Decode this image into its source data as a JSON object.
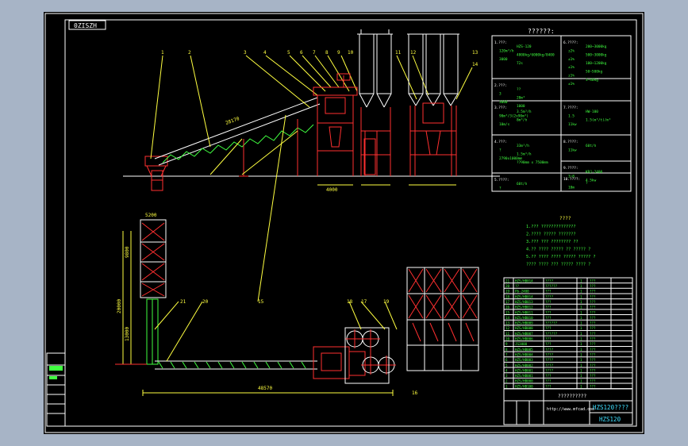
{
  "drawing": {
    "stamp_label": "0ZISZH",
    "tech_table_title": "??????:",
    "notes_title": "????",
    "notes": [
      "1.??? ??????????????",
      "2.???? ????? ???????",
      "3.??? ??? ???????? ??",
      "4.?? ???? ????? ?? ????? ?",
      "5.?? ???? ???? ????? ????? ?",
      "  ???? ???? ??? ????? ???? ?"
    ],
    "title_block": {
      "name": "HZS120????",
      "code": "HZS120",
      "maker": "??????????",
      "url": "http://www.mfcad.com"
    },
    "part_labels": [
      "1",
      "2",
      "3",
      "4",
      "5",
      "6",
      "7",
      "8",
      "9",
      "10",
      "11",
      "12",
      "13",
      "14",
      "15",
      "16",
      "17",
      "18",
      "19",
      "20",
      "21"
    ],
    "dimension_labels": {
      "conveyor_length": "28170",
      "plan_length": "48570",
      "plan_height": "13000",
      "bin_height": "9800",
      "bin_width": "5200",
      "plan_left_height": "20000",
      "tower_width": "4000"
    },
    "tech_sections": [
      [
        "1.???:",
        "HZS-120",
        "120m³/h",
        "4800kg/6000kg/8400",
        "3000",
        "72s"
      ],
      [
        "2.???:",
        "??",
        "3",
        "20m³",
        "3000",
        "1000"
      ],
      [
        "3.???:",
        "3.5m³/h",
        "90m³/3(2x90m³)",
        "8m³/h",
        "10m/s"
      ],
      [
        "4.???:",
        "33m³/h",
        "?",
        "1.5m³/h",
        "2790x1000mm",
        "?790mm x 7500mm"
      ],
      [
        "5.????:",
        "60t/h",
        "?"
      ],
      [
        "6.????:",
        "200~3000kg",
        "±2%",
        "500~3000kg",
        "±1%",
        "100~1200kg",
        "±1%",
        "50~500kg",
        "±1%",
        "3~40kg",
        "±1%"
      ],
      [
        "7.????:",
        "HW-100",
        "1.5",
        "1.5(m³/t)/m³",
        "11kw"
      ],
      [
        "8.????:",
        "60t/h",
        "11kw"
      ],
      [
        "9.????:",
        "KRJ-2400",
        "3~8",
        "4.5kw"
      ],
      [
        "10.????:",
        "?",
        "10m",
        "1.5kg"
      ]
    ],
    "bom_rows": [
      [
        "21",
        "HZS/HB014",
        "????",
        "1",
        "???"
      ],
      [
        "20",
        "??",
        "??????",
        "1",
        "???"
      ],
      [
        "19",
        "Pb-2400",
        "???",
        "1",
        "???"
      ],
      [
        "18",
        "HZS/HB014",
        "????",
        "1",
        "???"
      ],
      [
        "17",
        "HZS/HB013",
        "???",
        "1",
        "???"
      ],
      [
        "16",
        "HZS/HB012",
        "???",
        "1",
        "???"
      ],
      [
        "15",
        "HZS/HB011",
        "???",
        "1",
        "???"
      ],
      [
        "14",
        "HZS/HB010",
        "???",
        "1",
        "???"
      ],
      [
        "13",
        "HZS/HB009",
        "??????",
        "1",
        "???"
      ],
      [
        "12",
        "HZS/HB008",
        "???",
        "1",
        "???"
      ],
      [
        "11",
        "HZS/HB007",
        "??????",
        "1",
        "???"
      ],
      [
        "10",
        "HZS/HB006",
        "???",
        "1",
        "???"
      ],
      [
        "9",
        "JS3000",
        "???",
        "1",
        "???"
      ],
      [
        "8",
        "HZS/HB005",
        "????",
        "1",
        "???"
      ],
      [
        "7",
        "HZS/HB004",
        "????",
        "1",
        "???"
      ],
      [
        "6",
        "HZS/HB003",
        "????",
        "1",
        "???"
      ],
      [
        "5",
        "HZS/HB002",
        "????",
        "1",
        "???"
      ],
      [
        "4",
        "HZS/HB001",
        "????",
        "1",
        "???"
      ],
      [
        "3",
        "HZS/HB001",
        "???",
        "1",
        "???"
      ],
      [
        "2",
        "HZS/HB000",
        "???",
        "1",
        "???"
      ],
      [
        "1",
        "HZS/HB100",
        "???",
        "1",
        "???"
      ]
    ]
  }
}
